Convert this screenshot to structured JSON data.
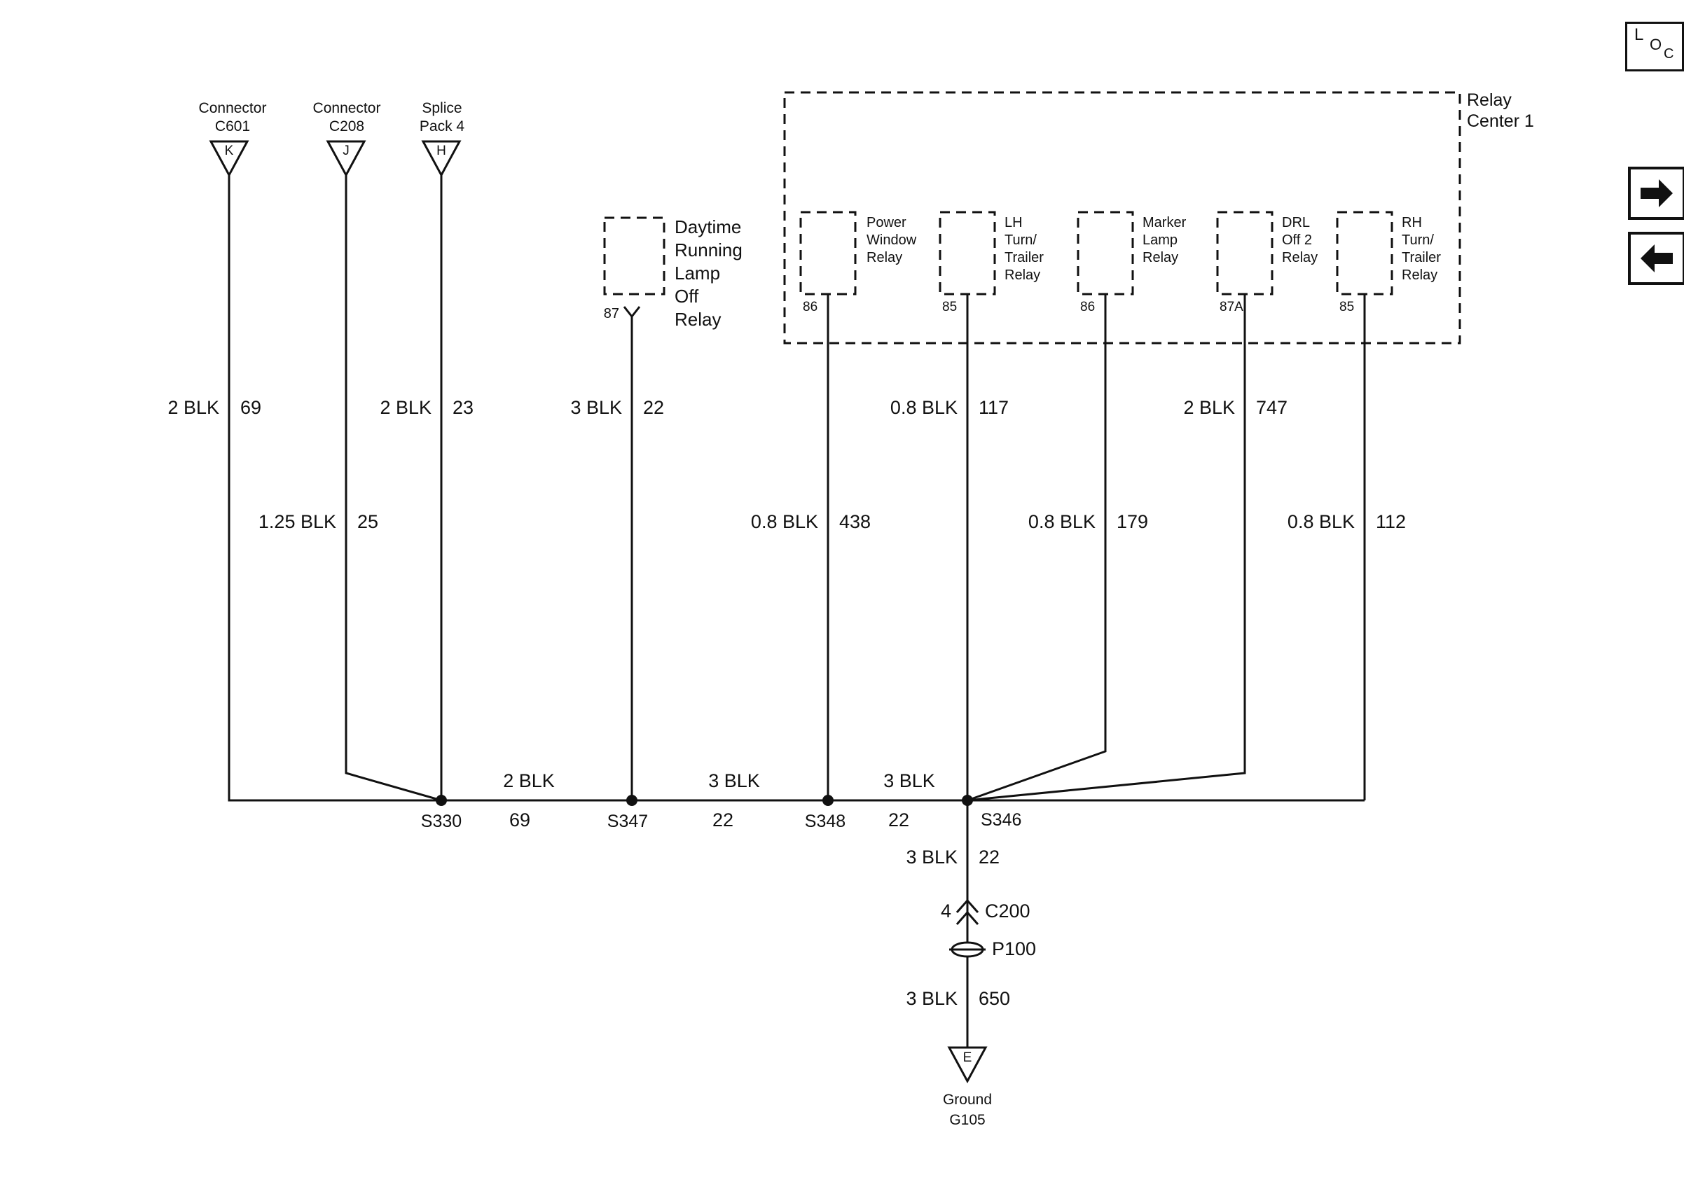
{
  "page": {
    "background": "#ffffff",
    "line_color": "#111111"
  },
  "toolbar": {
    "loc": {
      "l": "L",
      "o": "O",
      "c": "C"
    }
  },
  "connectors": {
    "k": {
      "line1": "Connector",
      "line2": "C601",
      "pin": "K"
    },
    "j": {
      "line1": "Connector",
      "line2": "C208",
      "pin": "J"
    },
    "h": {
      "line1": "Splice",
      "line2": "Pack 4",
      "pin": "H"
    }
  },
  "drl_relay": {
    "name": [
      "Daytime",
      "Running",
      "Lamp",
      "Off",
      "Relay"
    ],
    "pin": "87"
  },
  "relay_center": {
    "title": [
      "Relay",
      "Center 1"
    ],
    "relays": [
      {
        "name": [
          "Power",
          "Window",
          "Relay"
        ],
        "pin": "86"
      },
      {
        "name": [
          "LH",
          "Turn/",
          "Trailer",
          "Relay"
        ],
        "pin": "85"
      },
      {
        "name": [
          "Marker",
          "Lamp",
          "Relay"
        ],
        "pin": "86"
      },
      {
        "name": [
          "DRL",
          "Off 2",
          "Relay"
        ],
        "pin": "87A"
      },
      {
        "name": [
          "RH",
          "Turn/",
          "Trailer",
          "Relay"
        ],
        "pin": "85"
      }
    ]
  },
  "wires": {
    "k": {
      "gauge": "2 BLK",
      "circuit": "69"
    },
    "j": {
      "gauge": "1.25 BLK",
      "circuit": "25"
    },
    "h": {
      "gauge": "2 BLK",
      "circuit": "23"
    },
    "drl87": {
      "gauge": "3 BLK",
      "circuit": "22"
    },
    "pw86": {
      "gauge": "0.8 BLK",
      "circuit": "438"
    },
    "lh85": {
      "gauge": "0.8 BLK",
      "circuit": "117"
    },
    "marker86": {
      "gauge": "0.8 BLK",
      "circuit": "179"
    },
    "drloff87a": {
      "gauge": "2 BLK",
      "circuit": "747"
    },
    "rh85": {
      "gauge": "0.8 BLK",
      "circuit": "112"
    },
    "bus1": {
      "gauge": "2 BLK",
      "circuit": "69"
    },
    "bus2": {
      "gauge": "3 BLK",
      "circuit": "22"
    },
    "bus3": {
      "gauge": "3 BLK",
      "circuit": "22"
    },
    "ground1": {
      "gauge": "3 BLK",
      "circuit": "22"
    },
    "ground2": {
      "gauge": "3 BLK",
      "circuit": "650"
    }
  },
  "splices": {
    "s330": "S330",
    "s347": "S347",
    "s348": "S348",
    "s346": "S346"
  },
  "ground_path": {
    "c200_pin": "4",
    "c200": "C200",
    "p100": "P100",
    "ground_pin": "E",
    "ground_name": "Ground",
    "ground_id": "G105"
  }
}
